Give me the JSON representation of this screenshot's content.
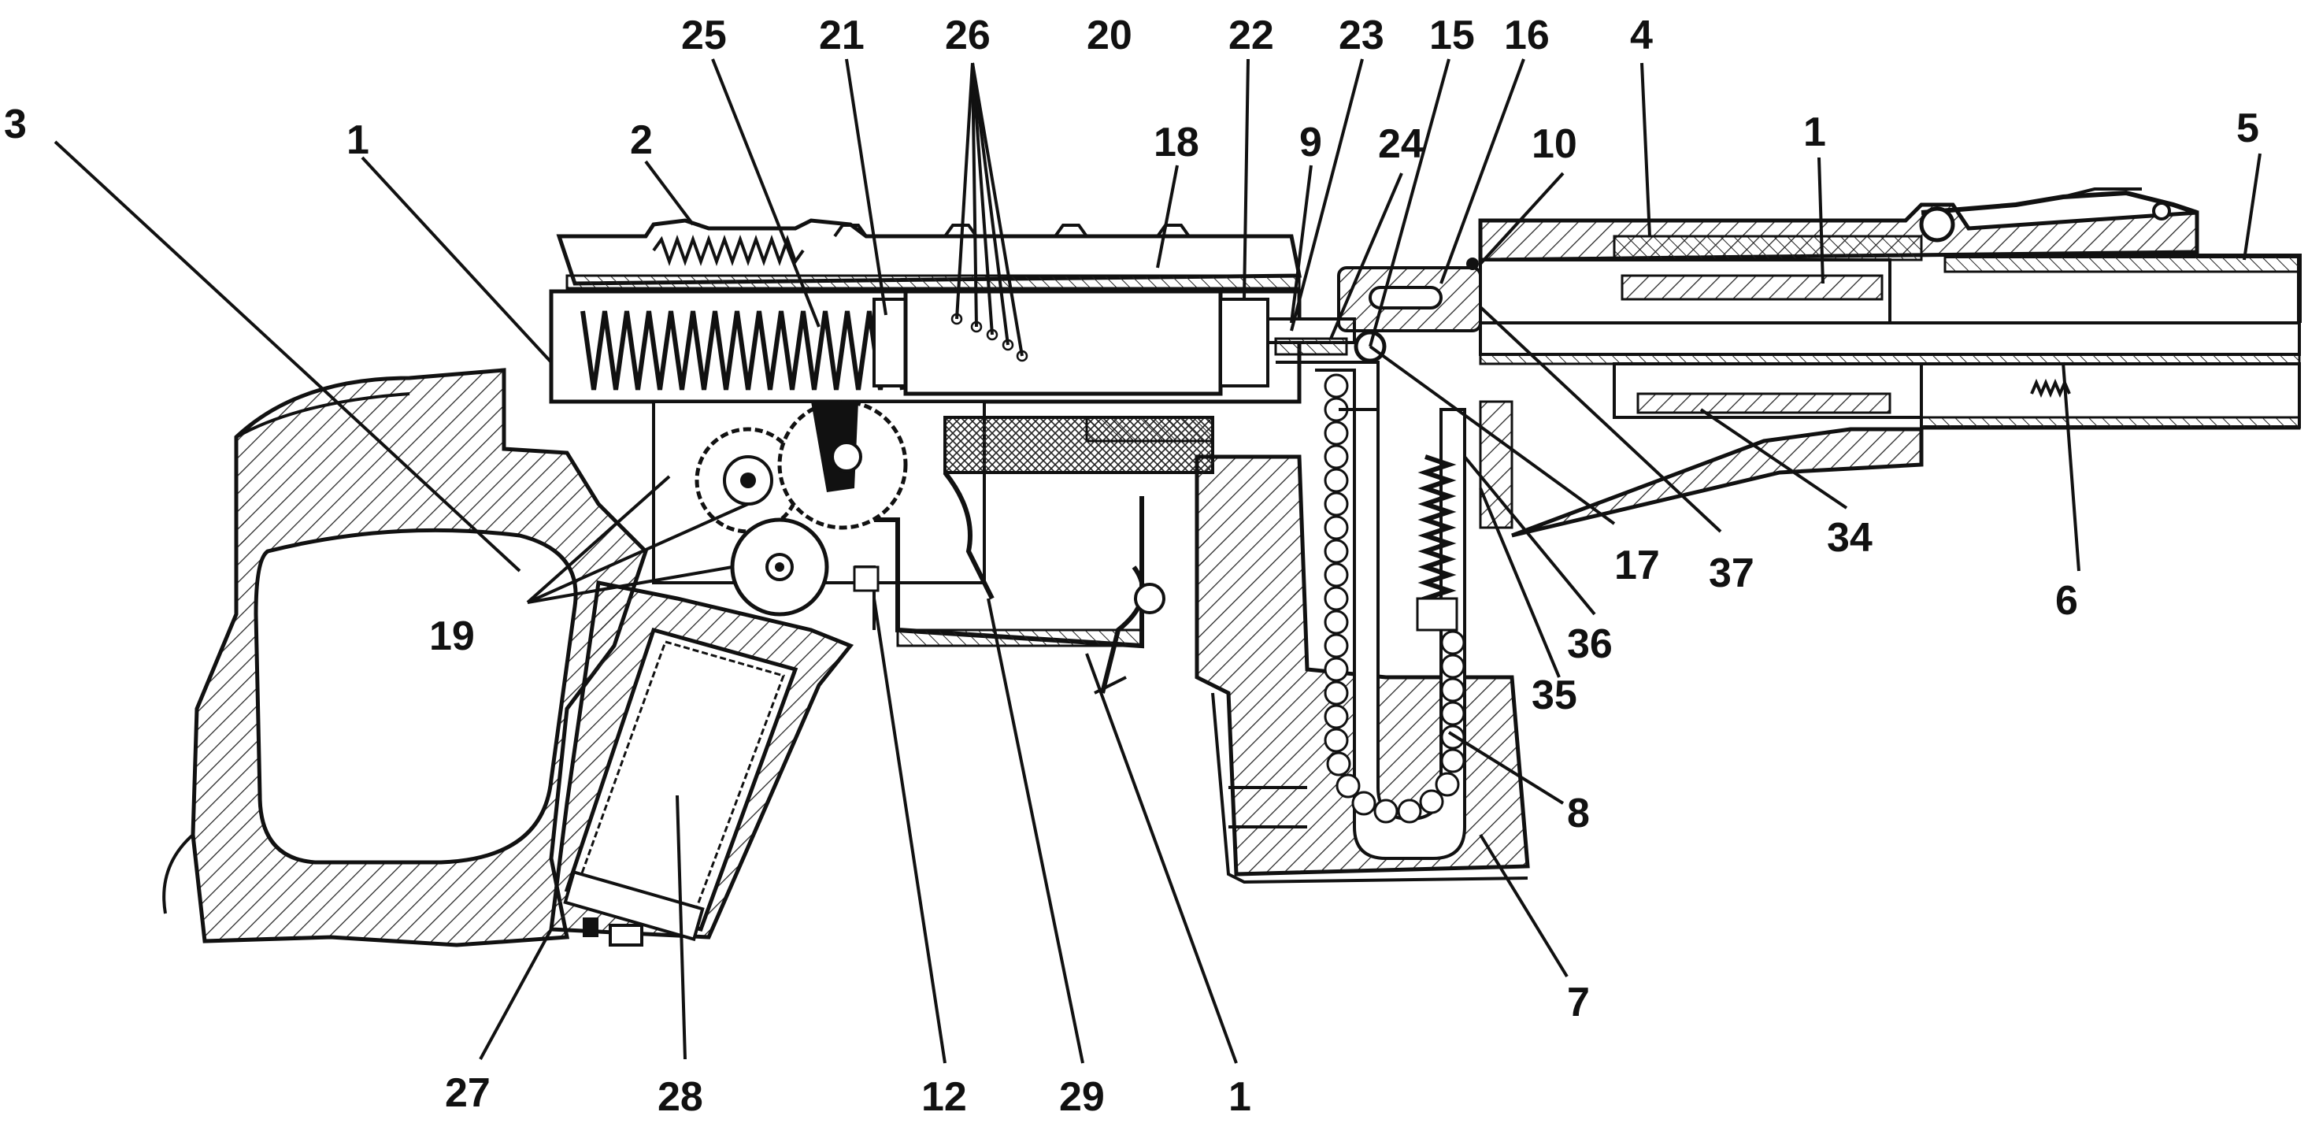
{
  "figure": {
    "description_labels": [
      {
        "id": "l3a",
        "text": "3"
      },
      {
        "id": "l1a",
        "text": "1"
      },
      {
        "id": "l2",
        "text": "2"
      },
      {
        "id": "l25",
        "text": "25"
      },
      {
        "id": "l21",
        "text": "21"
      },
      {
        "id": "l26",
        "text": "26"
      },
      {
        "id": "l20",
        "text": "20"
      },
      {
        "id": "l22",
        "text": "22"
      },
      {
        "id": "l18",
        "text": "18"
      },
      {
        "id": "l23",
        "text": "23"
      },
      {
        "id": "l15",
        "text": "15"
      },
      {
        "id": "l16",
        "text": "16"
      },
      {
        "id": "l4",
        "text": "4"
      },
      {
        "id": "l9",
        "text": "9"
      },
      {
        "id": "l24",
        "text": "24"
      },
      {
        "id": "l10",
        "text": "10"
      },
      {
        "id": "l1b",
        "text": "1"
      },
      {
        "id": "l5",
        "text": "5"
      },
      {
        "id": "l19",
        "text": "19"
      },
      {
        "id": "l17",
        "text": "17"
      },
      {
        "id": "l37",
        "text": "37"
      },
      {
        "id": "l34",
        "text": "34"
      },
      {
        "id": "l6",
        "text": "6"
      },
      {
        "id": "l36",
        "text": "36"
      },
      {
        "id": "l35",
        "text": "35"
      },
      {
        "id": "l8",
        "text": "8"
      },
      {
        "id": "l7",
        "text": "7"
      },
      {
        "id": "l27",
        "text": "27"
      },
      {
        "id": "l28",
        "text": "28"
      },
      {
        "id": "l12",
        "text": "12"
      },
      {
        "id": "l29",
        "text": "29"
      },
      {
        "id": "l1c",
        "text": "1"
      }
    ]
  }
}
